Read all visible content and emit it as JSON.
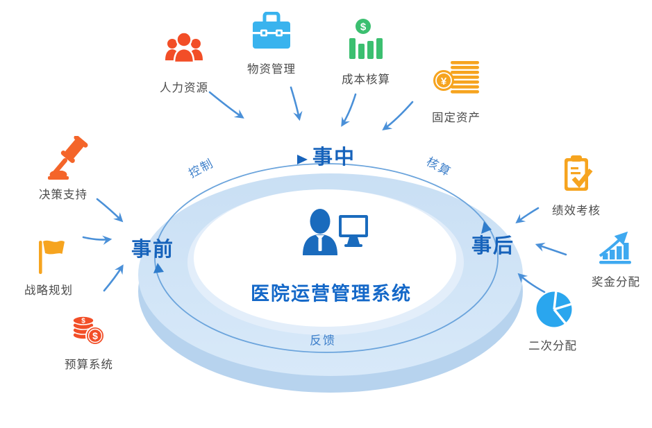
{
  "title": "医院运营管理系统",
  "phases": [
    {
      "label": "事前"
    },
    {
      "label": "事中"
    },
    {
      "label": "事后"
    }
  ],
  "flows": [
    {
      "label": "控制"
    },
    {
      "label": "核算"
    },
    {
      "label": "反馈"
    }
  ],
  "satellites": [
    {
      "label": "人力资源",
      "icon": "hr-people-icon",
      "color": "#f24e27"
    },
    {
      "label": "物资管理",
      "icon": "briefcase-icon",
      "color": "#39b3ee"
    },
    {
      "label": "成本核算",
      "icon": "cost-bars-icon",
      "color": "#3bbf70"
    },
    {
      "label": "固定资产",
      "icon": "fixed-assets-icon",
      "color": "#f6a41f"
    },
    {
      "label": "决策支持",
      "icon": "gavel-icon",
      "color": "#f4652a"
    },
    {
      "label": "战略规划",
      "icon": "flag-icon",
      "color": "#f6a41f"
    },
    {
      "label": "预算系统",
      "icon": "budget-coins-icon",
      "color": "#f24e27"
    },
    {
      "label": "绩效考核",
      "icon": "clipboard-check-icon",
      "color": "#f6a41f"
    },
    {
      "label": "奖金分配",
      "icon": "growth-chart-icon",
      "color": "#3fa9f0"
    },
    {
      "label": "二次分配",
      "icon": "pie-chart-icon",
      "color": "#2aa6ee"
    }
  ],
  "glyphs": {
    "dollar": "$",
    "yuan": "¥"
  },
  "colors": {
    "ring_band": "#cfe3f6",
    "ring_depth": "#b7d3ee",
    "ring_inner_light": "#e3eefa",
    "flow_line": "#6ba4dc",
    "arrow": "#4a90d8",
    "phase_text": "#1763bb",
    "flow_text": "#3f80ca",
    "title_text": "#1468c8",
    "center_icon": "#1a6bbd",
    "label_text": "#4b4b4b"
  }
}
